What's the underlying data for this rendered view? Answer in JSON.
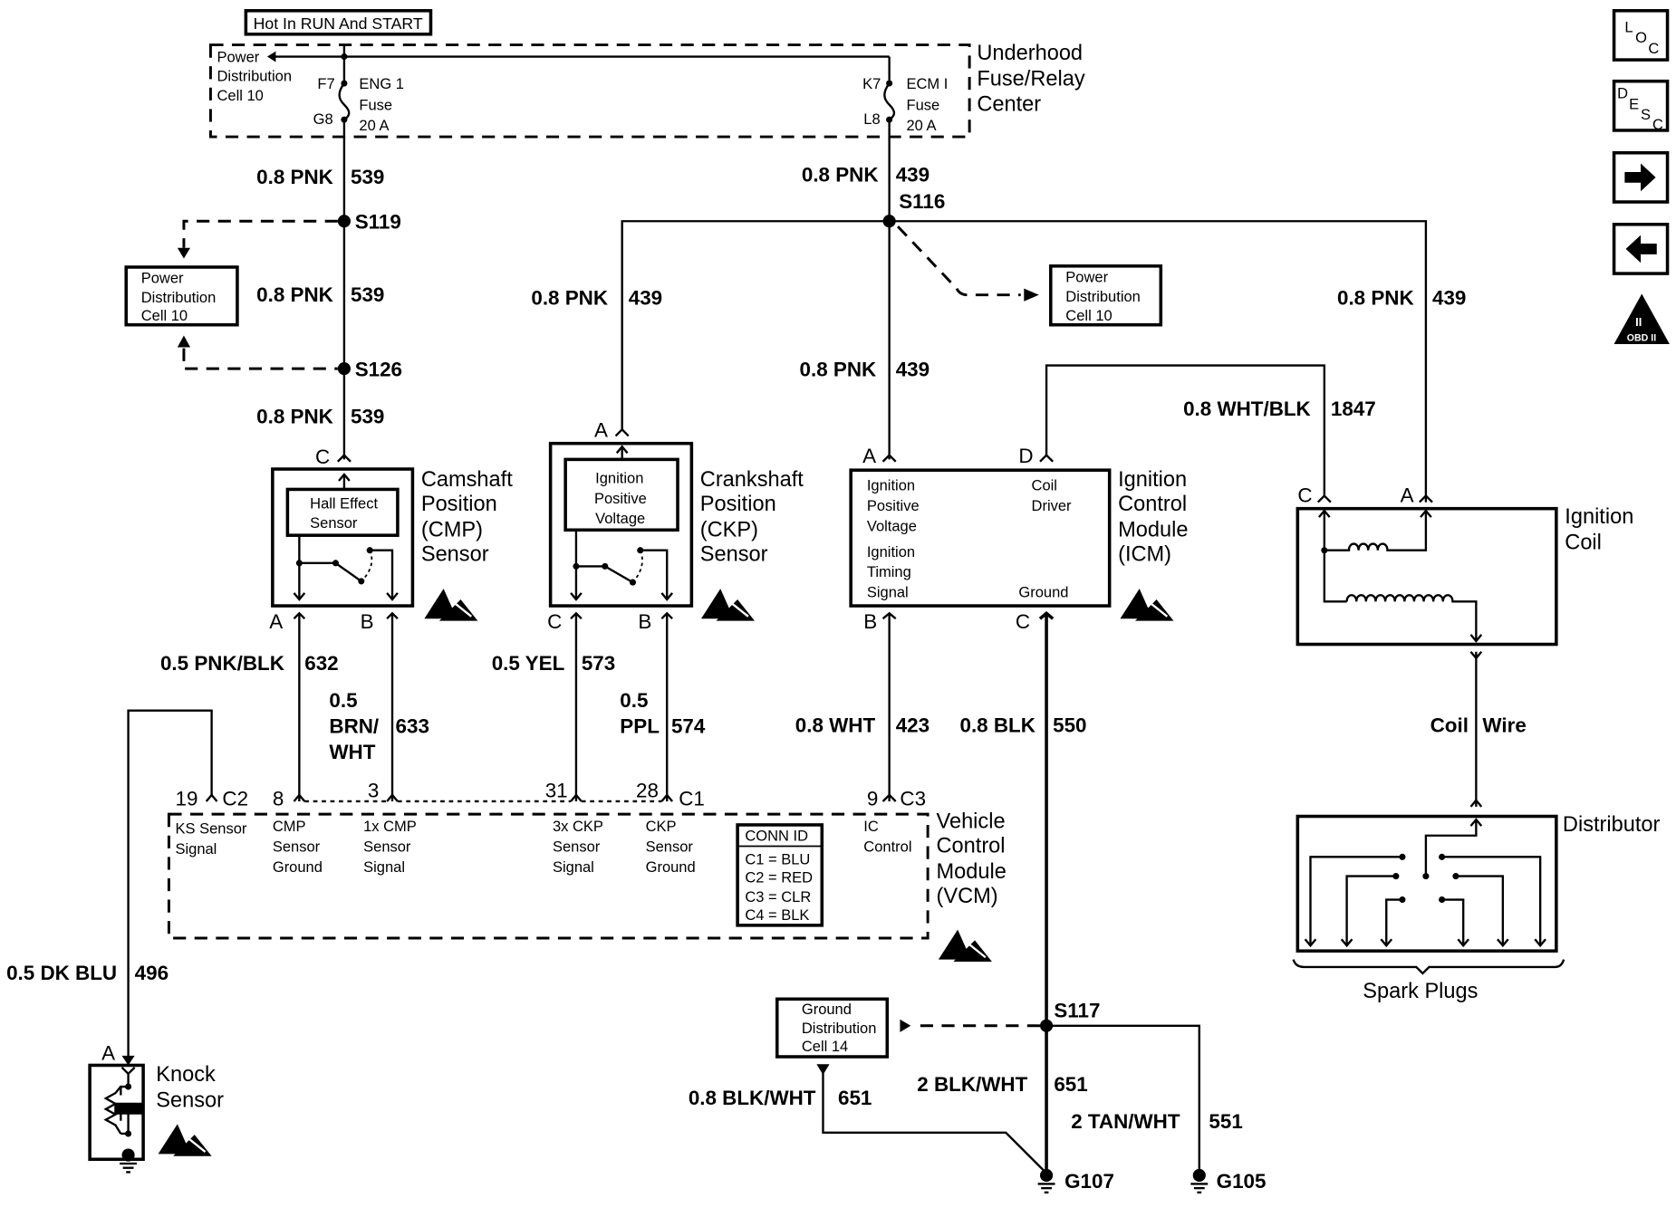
{
  "header": {
    "hot_label": "Hot In RUN And START"
  },
  "fuse_center": {
    "title": [
      "Underhood",
      "Fuse/Relay",
      "Center"
    ],
    "power_dist": [
      "Power",
      "Distribution",
      "Cell 10"
    ],
    "fuse1": {
      "pin_in": "F7",
      "pin_out": "G8",
      "name": [
        "ENG 1",
        "Fuse",
        "20 A"
      ]
    },
    "fuse2": {
      "pin_in": "K7",
      "pin_out": "L8",
      "name": [
        "ECM I",
        "Fuse",
        "20 A"
      ]
    }
  },
  "wires": {
    "w539_top": {
      "gauge": "0.8 PNK",
      "circuit": "539"
    },
    "w539_mid": {
      "gauge": "0.8 PNK",
      "circuit": "539"
    },
    "w539_bot": {
      "gauge": "0.8 PNK",
      "circuit": "539"
    },
    "w439_top": {
      "gauge": "0.8 PNK",
      "circuit": "439"
    },
    "w439_ckp": {
      "gauge": "0.8 PNK",
      "circuit": "439"
    },
    "w439_icm": {
      "gauge": "0.8 PNK",
      "circuit": "439"
    },
    "w439_coil": {
      "gauge": "0.8 PNK",
      "circuit": "439"
    },
    "w1847": {
      "gauge": "0.8 WHT/BLK",
      "circuit": "1847"
    },
    "w632": {
      "gauge": "0.5 PNK/BLK",
      "circuit": "632"
    },
    "w633": {
      "gauge": [
        "0.5",
        "BRN/",
        "WHT"
      ],
      "circuit": "633"
    },
    "w573": {
      "gauge": "0.5 YEL",
      "circuit": "573"
    },
    "w574": {
      "gauge": [
        "0.5",
        "PPL"
      ],
      "circuit": "574"
    },
    "w423": {
      "gauge": "0.8 WHT",
      "circuit": "423"
    },
    "w550": {
      "gauge": "0.8 BLK",
      "circuit": "550"
    },
    "w496": {
      "gauge": "0.5 DK BLU",
      "circuit": "496"
    },
    "w651_small": {
      "gauge": "0.8 BLK/WHT",
      "circuit": "651"
    },
    "w651_big": {
      "gauge": "2 BLK/WHT",
      "circuit": "651"
    },
    "w551": {
      "gauge": "2 TAN/WHT",
      "circuit": "551"
    },
    "coil_wire": {
      "gauge": "Coil",
      "circuit": "Wire"
    }
  },
  "splices": {
    "s119": "S119",
    "s126": "S126",
    "s116": "S116",
    "s117": "S117"
  },
  "refs": {
    "pd_left": [
      "Power",
      "Distribution",
      "Cell 10"
    ],
    "pd_right": [
      "Power",
      "Distribution",
      "Cell 10"
    ],
    "gd": [
      "Ground",
      "Distribution",
      "Cell 14"
    ]
  },
  "cmp": {
    "title": [
      "Camshaft",
      "Position",
      "(CMP)",
      "Sensor"
    ],
    "inner": [
      "Hall Effect",
      "Sensor"
    ],
    "pin_top": "C",
    "pin_a": "A",
    "pin_b": "B"
  },
  "ckp": {
    "title": [
      "Crankshaft",
      "Position",
      "(CKP)",
      "Sensor"
    ],
    "inner": [
      "Ignition",
      "Positive",
      "Voltage"
    ],
    "pin_top": "A",
    "pin_c": "C",
    "pin_b": "B"
  },
  "icm": {
    "title": [
      "Ignition",
      "Control",
      "Module",
      "(ICM)"
    ],
    "left": [
      "Ignition",
      "Positive",
      "Voltage",
      "Ignition",
      "Timing",
      "Signal"
    ],
    "right_top": [
      "Coil",
      "Driver"
    ],
    "right_bot": "Ground",
    "pin_a": "A",
    "pin_d": "D",
    "pin_b": "B",
    "pin_c": "C"
  },
  "coil": {
    "title": [
      "Ignition",
      "Coil"
    ],
    "pin_c": "C",
    "pin_a": "A"
  },
  "distributor": {
    "title": "Distributor",
    "plugs": "Spark Plugs"
  },
  "vcm": {
    "title": [
      "Vehicle",
      "Control",
      "Module",
      "(VCM)"
    ],
    "pins": [
      {
        "num": "19",
        "conn": "C2",
        "label": [
          "KS Sensor",
          "Signal"
        ]
      },
      {
        "num": "8",
        "conn": "",
        "label": [
          "CMP",
          "Sensor",
          "Ground"
        ]
      },
      {
        "num": "3",
        "conn": "",
        "label": [
          "1x CMP",
          "Sensor",
          "Signal"
        ]
      },
      {
        "num": "31",
        "conn": "",
        "label": [
          "3x CKP",
          "Sensor",
          "Signal"
        ]
      },
      {
        "num": "28",
        "conn": "C1",
        "label": [
          "CKP",
          "Sensor",
          "Ground"
        ]
      },
      {
        "num": "9",
        "conn": "C3",
        "label": [
          "IC",
          "Control"
        ]
      }
    ],
    "conn_id": {
      "title": "CONN ID",
      "rows": [
        "C1 = BLU",
        "C2 = RED",
        "C3 = CLR",
        "C4 = BLK"
      ]
    }
  },
  "knock": {
    "title": [
      "Knock",
      "Sensor"
    ],
    "pin": "A"
  },
  "grounds": {
    "g107": "G107",
    "g105": "G105"
  },
  "side_icons": {
    "loc": [
      "L",
      "O",
      "C"
    ],
    "desc": [
      "D",
      "E",
      "S",
      "C"
    ],
    "obd": [
      "II",
      "OBD II"
    ]
  }
}
